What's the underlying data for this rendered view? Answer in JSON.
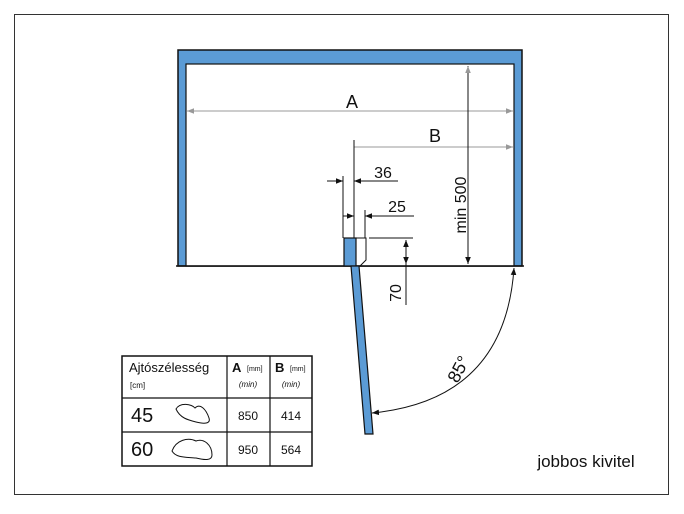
{
  "colors": {
    "cabinet": "#5b9bd5",
    "line": "#111111"
  },
  "dimensions": {
    "a": "A",
    "b": "B",
    "d36": "36",
    "d25": "25",
    "d70": "70",
    "min500": "min 500",
    "angle": "85°"
  },
  "table": {
    "header": {
      "width_label": "Ajtószélesség",
      "width_unit": "[cm]",
      "a_label": "A",
      "a_unit": "[mm]",
      "a_note": "(min)",
      "b_label": "B",
      "b_unit": "[mm]",
      "b_note": "(min)"
    },
    "rows": [
      {
        "width": "45",
        "a": "850",
        "b": "414"
      },
      {
        "width": "60",
        "a": "950",
        "b": "564"
      }
    ]
  },
  "caption": "jobbos kivitel"
}
